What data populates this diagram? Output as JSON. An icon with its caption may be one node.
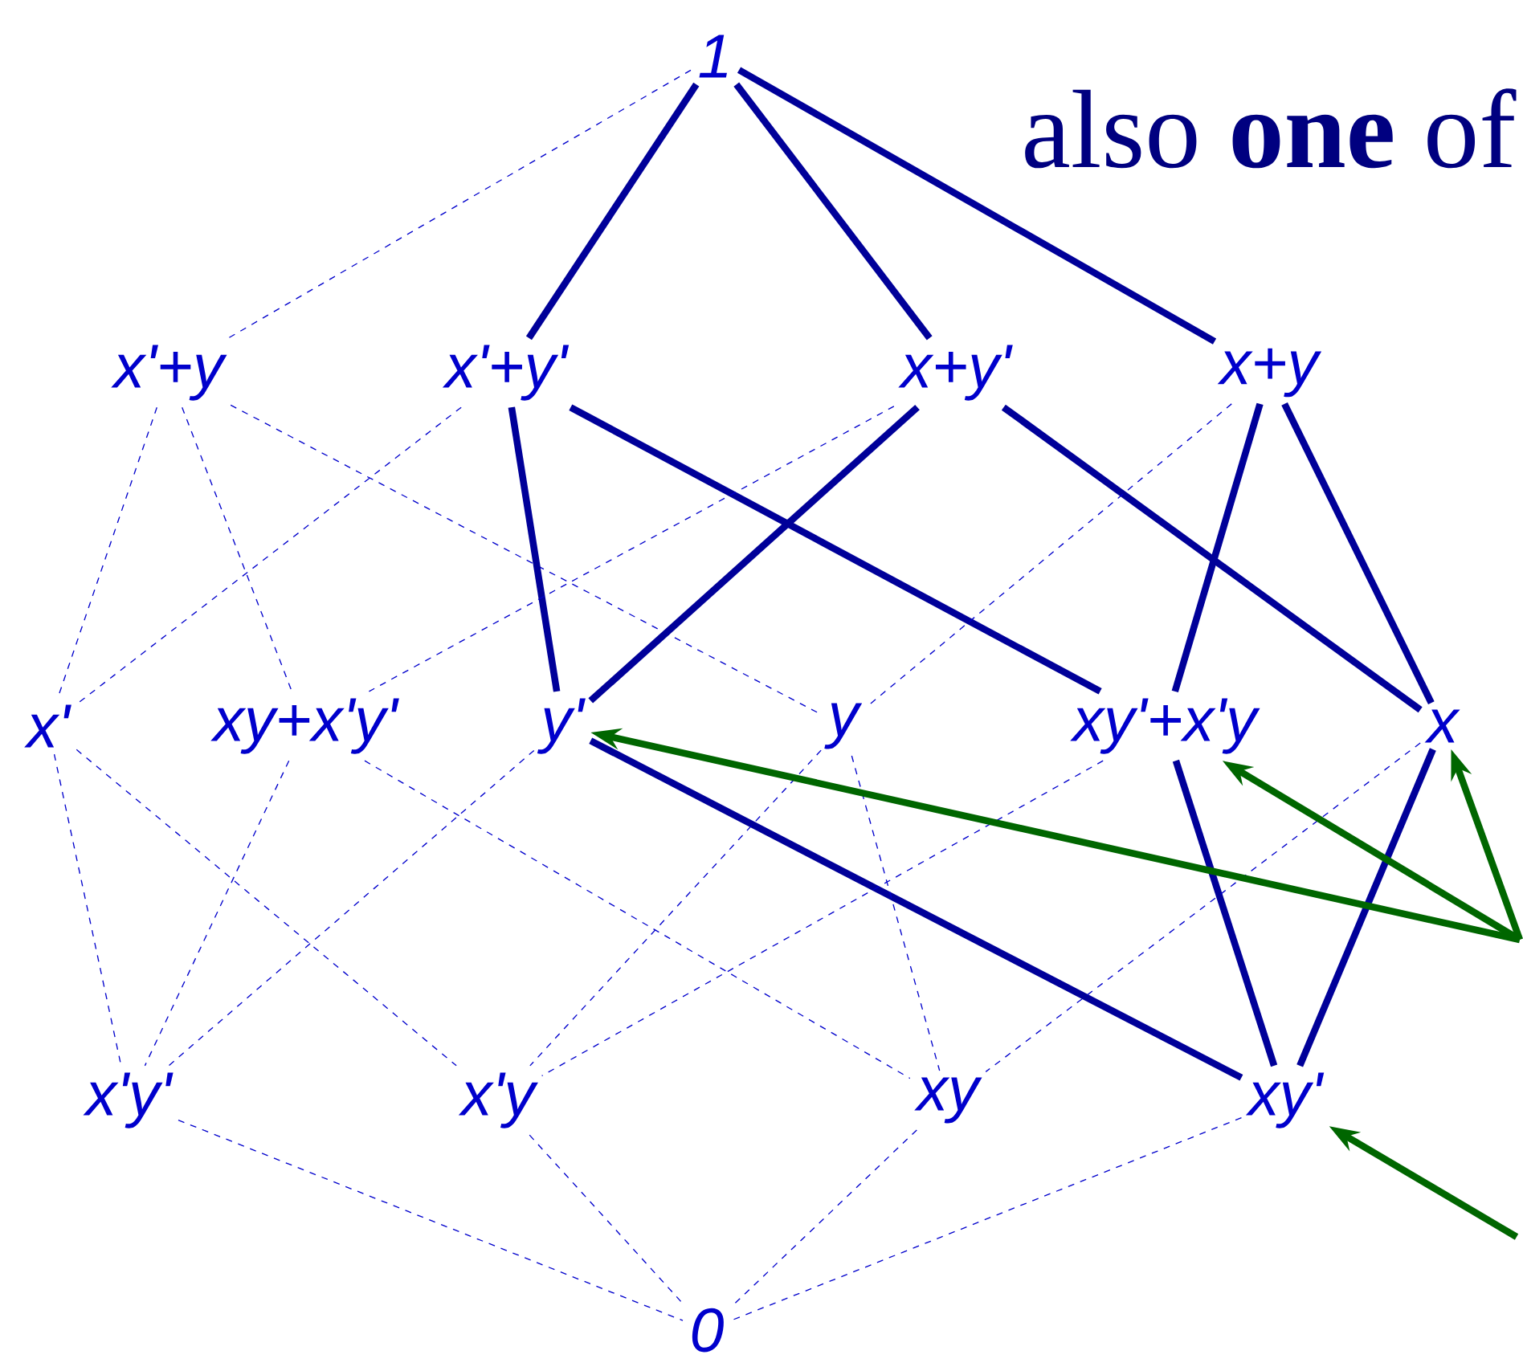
{
  "diagram": {
    "nodes": [
      {
        "text": [
          "1"
        ]
      },
      {
        "text": [
          "x'+y"
        ]
      },
      {
        "text": [
          "x'+y'"
        ]
      },
      {
        "text": [
          "x+y'"
        ]
      },
      {
        "text": [
          "x+y"
        ]
      },
      {
        "text": [
          "x'"
        ]
      },
      {
        "text": [
          "xy+x'y'"
        ]
      },
      {
        "text": [
          "y'"
        ]
      },
      {
        "text": [
          "y"
        ]
      },
      {
        "text": [
          "xy'+x'y"
        ]
      },
      {
        "text": [
          "x"
        ]
      },
      {
        "text": [
          "x'y'"
        ]
      },
      {
        "text": [
          "x'y"
        ]
      },
      {
        "text": [
          "xy"
        ]
      },
      {
        "text": [
          "xy'"
        ]
      },
      {
        "text": [
          "0"
        ]
      }
    ],
    "edges": [
      {
        "from": 0,
        "to": 1,
        "arrow": "none",
        "style": "dashed"
      },
      {
        "from": 0,
        "to": 2,
        "arrow": "none",
        "style": "thick",
        "color": "#000099"
      },
      {
        "from": 0,
        "to": 3,
        "arrow": "none",
        "style": "thick",
        "color": "#000099"
      },
      {
        "from": 0,
        "to": 4,
        "arrow": "none",
        "style": "thick",
        "color": "#000099"
      },
      {
        "from": 1,
        "to": 5,
        "arrow": "none",
        "style": "dashed"
      },
      {
        "from": 1,
        "to": 8,
        "arrow": "none",
        "style": "dashed"
      },
      {
        "from": 1,
        "to": 6,
        "arrow": "none",
        "style": "dashed"
      },
      {
        "from": 2,
        "to": 5,
        "arrow": "none",
        "style": "dashed"
      },
      {
        "from": 2,
        "to": 7,
        "arrow": "none",
        "style": "thick",
        "color": "#000099"
      },
      {
        "from": 2,
        "to": 9,
        "arrow": "none",
        "style": "thick",
        "color": "#000099"
      },
      {
        "from": 3,
        "to": 10,
        "arrow": "none",
        "style": "thick",
        "color": "#000099"
      },
      {
        "from": 3,
        "to": 7,
        "arrow": "none",
        "style": "thick",
        "color": "#000099"
      },
      {
        "from": 3,
        "to": 6,
        "arrow": "none",
        "style": "dashed"
      },
      {
        "from": 4,
        "to": 10,
        "arrow": "none",
        "style": "thick",
        "color": "#000099"
      },
      {
        "from": 4,
        "to": 8,
        "arrow": "none",
        "style": "dashed"
      },
      {
        "from": 4,
        "to": 9,
        "arrow": "none",
        "style": "thick",
        "color": "#000099"
      },
      {
        "from": 5,
        "to": 12,
        "arrow": "none",
        "style": "dashed"
      },
      {
        "from": 5,
        "to": 11,
        "arrow": "none",
        "style": "dashed"
      },
      {
        "from": 6,
        "to": 13,
        "arrow": "none",
        "style": "dashed"
      },
      {
        "from": 6,
        "to": 11,
        "arrow": "none",
        "style": "dashed"
      },
      {
        "from": 7,
        "to": 14,
        "arrow": "none",
        "style": "thick",
        "color": "#000099"
      },
      {
        "from": 7,
        "to": 11,
        "arrow": "none",
        "style": "dashed"
      },
      {
        "from": 8,
        "to": 12,
        "arrow": "none",
        "style": "dashed"
      },
      {
        "from": 8,
        "to": 13,
        "arrow": "none",
        "style": "dashed"
      },
      {
        "from": 9,
        "to": 14,
        "arrow": "none",
        "style": "thick",
        "color": "#000099"
      },
      {
        "from": 9,
        "to": 12,
        "arrow": "none",
        "style": "dashed"
      },
      {
        "from": 10,
        "to": 13,
        "arrow": "none",
        "style": "dashed"
      },
      {
        "from": 10,
        "to": 14,
        "arrow": "none",
        "style": "thick",
        "color": "#000099"
      },
      {
        "from": 11,
        "to": 15,
        "arrow": "none",
        "style": "dashed"
      },
      {
        "from": 12,
        "to": 15,
        "arrow": "none",
        "style": "dashed"
      },
      {
        "from": 13,
        "to": 15,
        "arrow": "none",
        "style": "dashed"
      },
      {
        "from": 14,
        "to": 15,
        "arrow": "none",
        "style": "dashed"
      },
      {
        "from": null,
        "to": 7,
        "arrow": "to",
        "style": "thick",
        "color": "#006600"
      },
      {
        "from": null,
        "to": 9,
        "arrow": "to",
        "style": "thick",
        "color": "#006600"
      },
      {
        "from": null,
        "to": 10,
        "arrow": "to",
        "style": "thick",
        "color": "#006600"
      },
      {
        "from": null,
        "to": 14,
        "arrow": "to",
        "style": "thick",
        "color": "#006600"
      }
    ],
    "labels": [
      "also **one** of"
    ]
  }
}
